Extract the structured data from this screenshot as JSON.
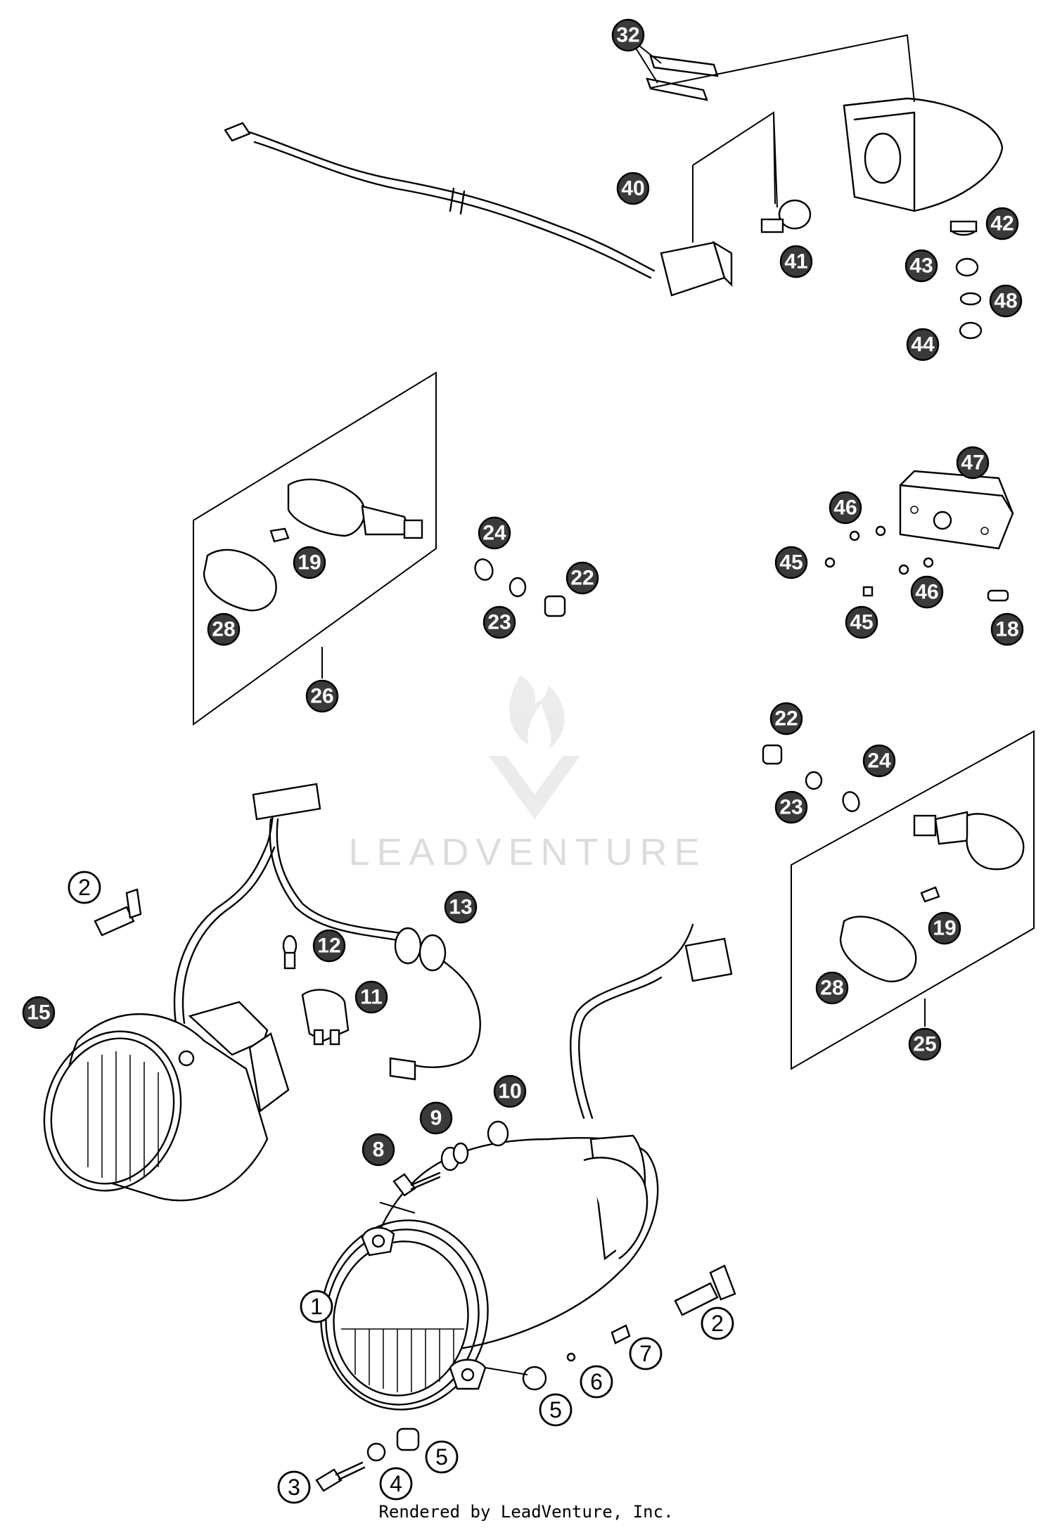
{
  "watermark": {
    "brand": "LEADVENTURE"
  },
  "footer": {
    "credit": "Rendered by LeadVenture, Inc."
  },
  "callouts": {
    "c32": "32",
    "c40": "40",
    "c41": "41",
    "c42": "42",
    "c43": "43",
    "c48": "48",
    "c44": "44",
    "c24a": "24",
    "c19a": "19",
    "c22a": "22",
    "c23a": "23",
    "c28a": "28",
    "c26": "26",
    "c47": "47",
    "c46a": "46",
    "c45a": "45",
    "c46b": "46",
    "c45b": "45",
    "c18": "18",
    "c22b": "22",
    "c24b": "24",
    "c23b": "23",
    "c19b": "19",
    "c28b": "28",
    "c25": "25",
    "c2a": "2",
    "c13": "13",
    "c12": "12",
    "c15": "15",
    "c11": "11",
    "c10": "10",
    "c9": "9",
    "c8": "8",
    "c1": "1",
    "c2b": "2",
    "c7": "7",
    "c6": "6",
    "c5a": "5",
    "c5b": "5",
    "c3": "3",
    "c4": "4"
  }
}
